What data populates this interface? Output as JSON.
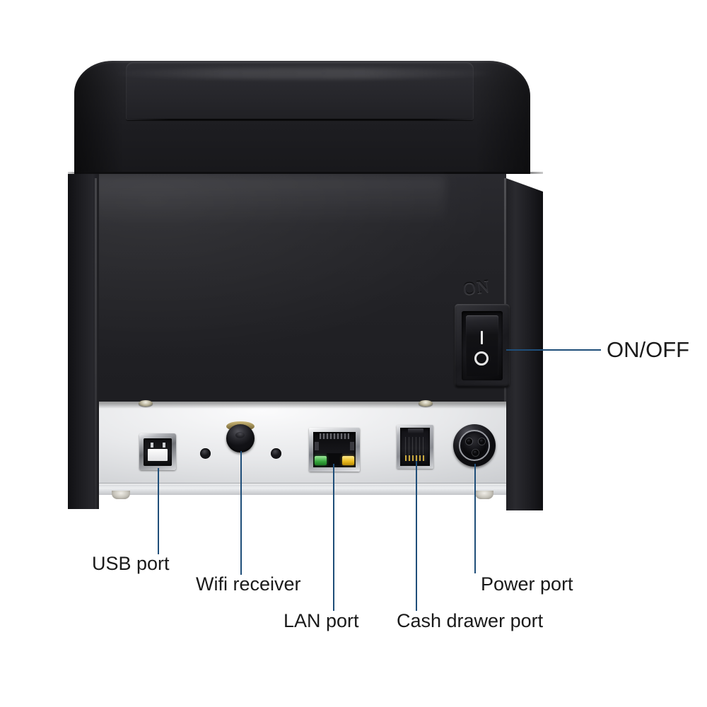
{
  "figure": {
    "subject": "thermal-receipt-printer-rear-view",
    "background_color": "#ffffff",
    "leader_line_color": "#1f4e79",
    "label_text_color": "#1a1a1a",
    "body_color": "#222226",
    "panel_color": "#e8e9eb"
  },
  "device": {
    "switch": {
      "emboss_label": "ON",
      "mark_on": "I",
      "mark_off": "O"
    }
  },
  "callouts": [
    {
      "id": "onoff",
      "label": "ON/OFF",
      "target": "power-rocker-switch",
      "leader": "horizontal"
    },
    {
      "id": "usb",
      "label": "USB port",
      "target": "usb-b-connector",
      "leader": "vertical"
    },
    {
      "id": "wifi",
      "label": "Wifi receiver",
      "target": "wifi-antenna-connector",
      "leader": "vertical"
    },
    {
      "id": "lan",
      "label": "LAN port",
      "target": "rj45-ethernet-connector",
      "leader": "vertical"
    },
    {
      "id": "cash",
      "label": "Cash drawer port",
      "target": "rj11-cash-drawer-connector",
      "leader": "vertical"
    },
    {
      "id": "power",
      "label": "Power port",
      "target": "din-power-connector",
      "leader": "vertical"
    }
  ]
}
